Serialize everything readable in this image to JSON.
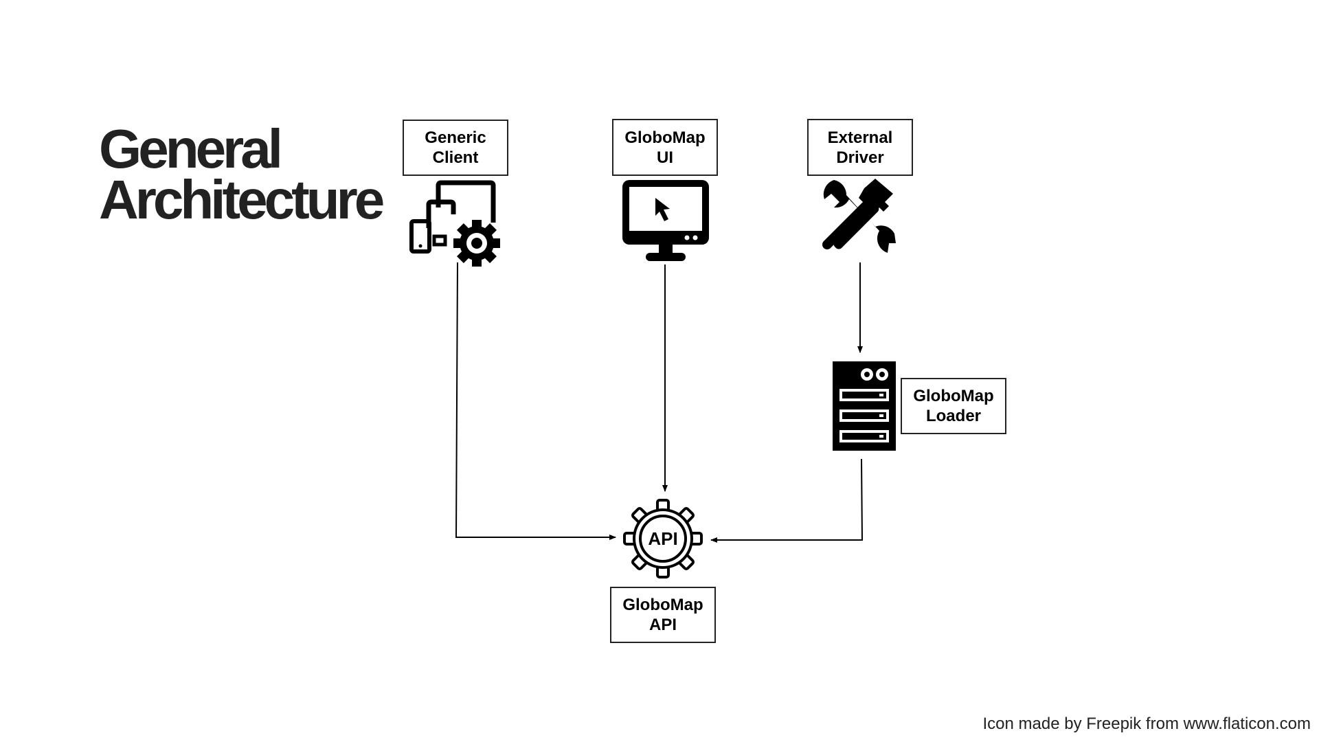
{
  "title": {
    "line1": "General",
    "line2": "Architecture"
  },
  "nodes": {
    "generic_client": {
      "line1": "Generic",
      "line2": "Client",
      "icon": "devices-gear-icon"
    },
    "globomap_ui": {
      "line1": "GloboMap",
      "line2": "UI",
      "icon": "monitor-cursor-icon"
    },
    "external_driver": {
      "line1": "External",
      "line2": "Driver",
      "icon": "hammer-wrench-icon"
    },
    "globomap_loader": {
      "line1": "GloboMap",
      "line2": "Loader",
      "icon": "server-rack-icon"
    },
    "globomap_api": {
      "line1": "GloboMap",
      "line2": "API",
      "icon": "api-gear-icon",
      "icon_text": "API"
    }
  },
  "edges": [
    {
      "from": "generic_client",
      "to": "globomap_api"
    },
    {
      "from": "globomap_ui",
      "to": "globomap_api"
    },
    {
      "from": "external_driver",
      "to": "globomap_loader"
    },
    {
      "from": "globomap_loader",
      "to": "globomap_api"
    }
  ],
  "credit": "Icon made by Freepik from www.flaticon.com",
  "colors": {
    "ink": "#000000",
    "title": "#222222",
    "background": "#ffffff"
  }
}
